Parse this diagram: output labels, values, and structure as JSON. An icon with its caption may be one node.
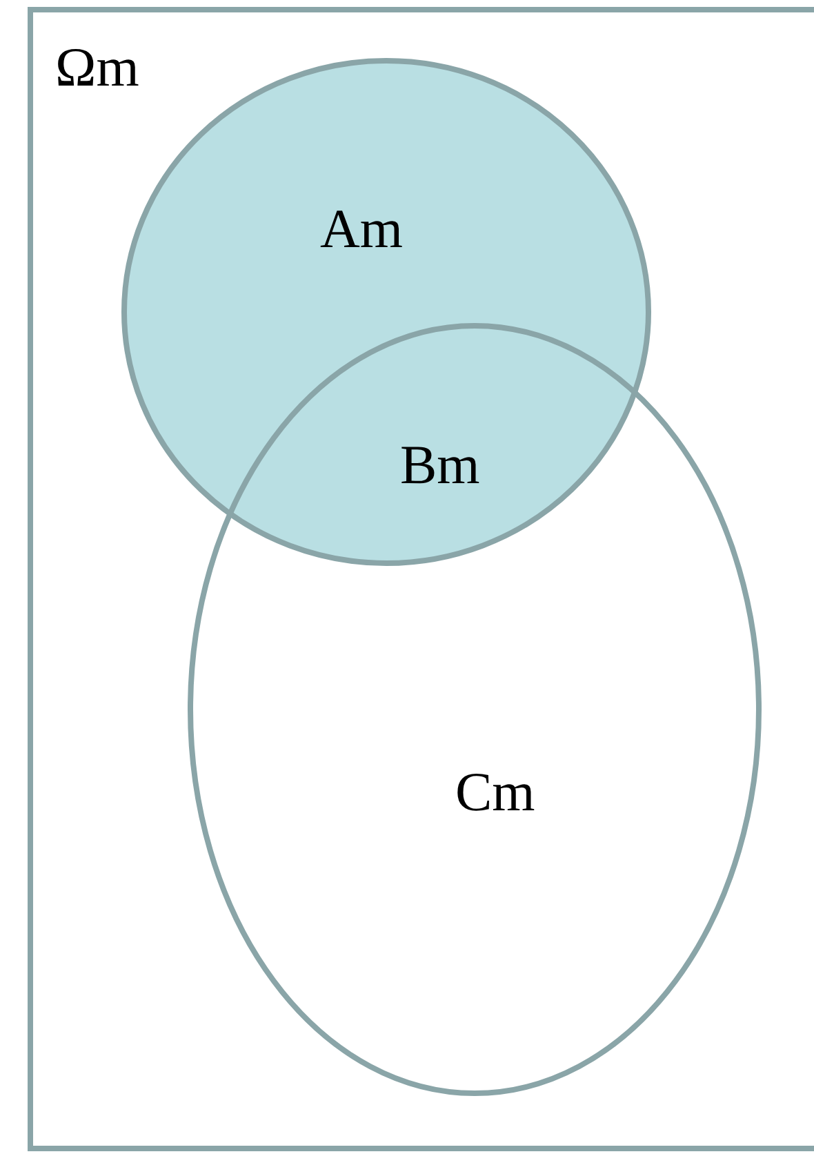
{
  "diagram": {
    "nodes": [
      {
        "text": [
          "Ωm"
        ]
      },
      {
        "text": [
          "Am"
        ],
        "in": 0
      },
      {
        "text": [
          "Cm"
        ],
        "in": 0
      }
    ],
    "labels": [
      "Bm"
    ]
  }
}
